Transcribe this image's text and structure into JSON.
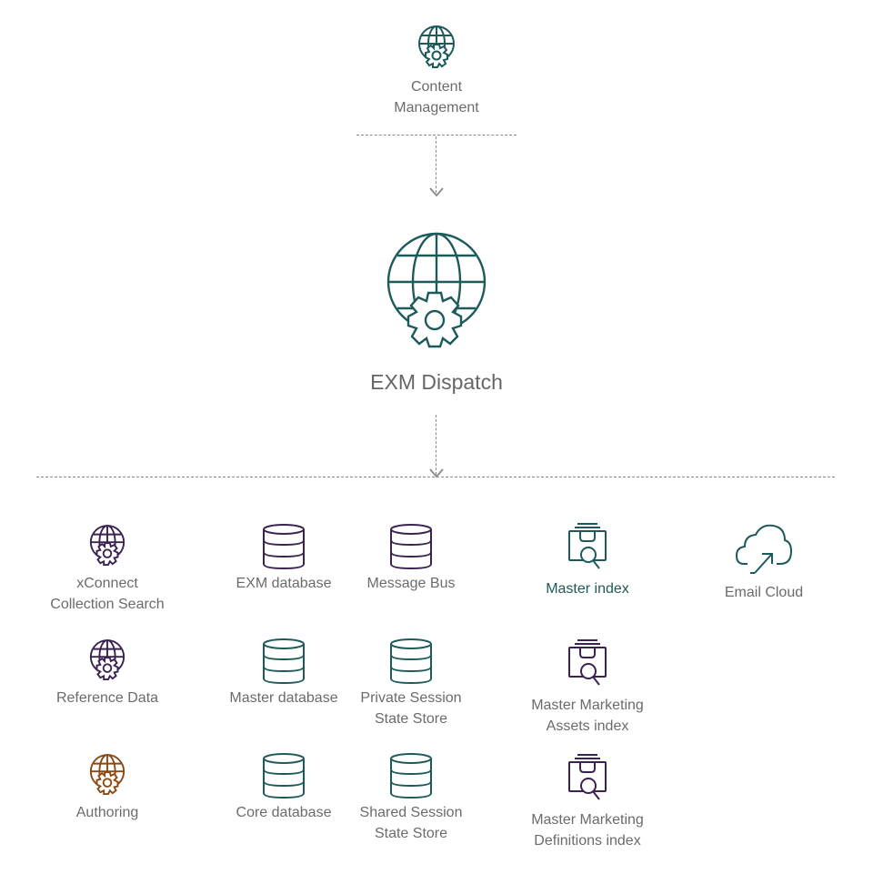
{
  "colors": {
    "teal": "#1d5a5a",
    "purple": "#3a2350",
    "orange": "#8a4a12",
    "line": "#8a8a8a"
  },
  "top": {
    "label": "Content\nManagement",
    "icon": "globe-gear-icon"
  },
  "hub": {
    "label": "EXM Dispatch",
    "icon": "globe-gear-icon"
  },
  "nodes": {
    "xconnect": {
      "label": "xConnect\nCollection Search",
      "icon": "globe-gear-icon"
    },
    "reference": {
      "label": "Reference Data",
      "icon": "globe-gear-icon"
    },
    "authoring": {
      "label": "Authoring",
      "icon": "globe-gear-icon"
    },
    "exm_db": {
      "label": "EXM database",
      "icon": "database-icon"
    },
    "master_db": {
      "label": "Master database",
      "icon": "database-icon"
    },
    "core_db": {
      "label": "Core database",
      "icon": "database-icon"
    },
    "message_bus": {
      "label": "Message Bus",
      "icon": "database-icon"
    },
    "private_session": {
      "label": "Private Session\nState Store",
      "icon": "database-icon"
    },
    "shared_session": {
      "label": "Shared Session\nState Store",
      "icon": "database-icon"
    },
    "master_index": {
      "label": "Master index",
      "icon": "search-index-icon"
    },
    "mm_assets": {
      "label": "Master Marketing\nAssets index",
      "icon": "search-index-icon"
    },
    "mm_definitions": {
      "label": "Master Marketing\nDefinitions index",
      "icon": "search-index-icon"
    },
    "email_cloud": {
      "label": "Email Cloud",
      "icon": "cloud-upload-icon"
    }
  }
}
